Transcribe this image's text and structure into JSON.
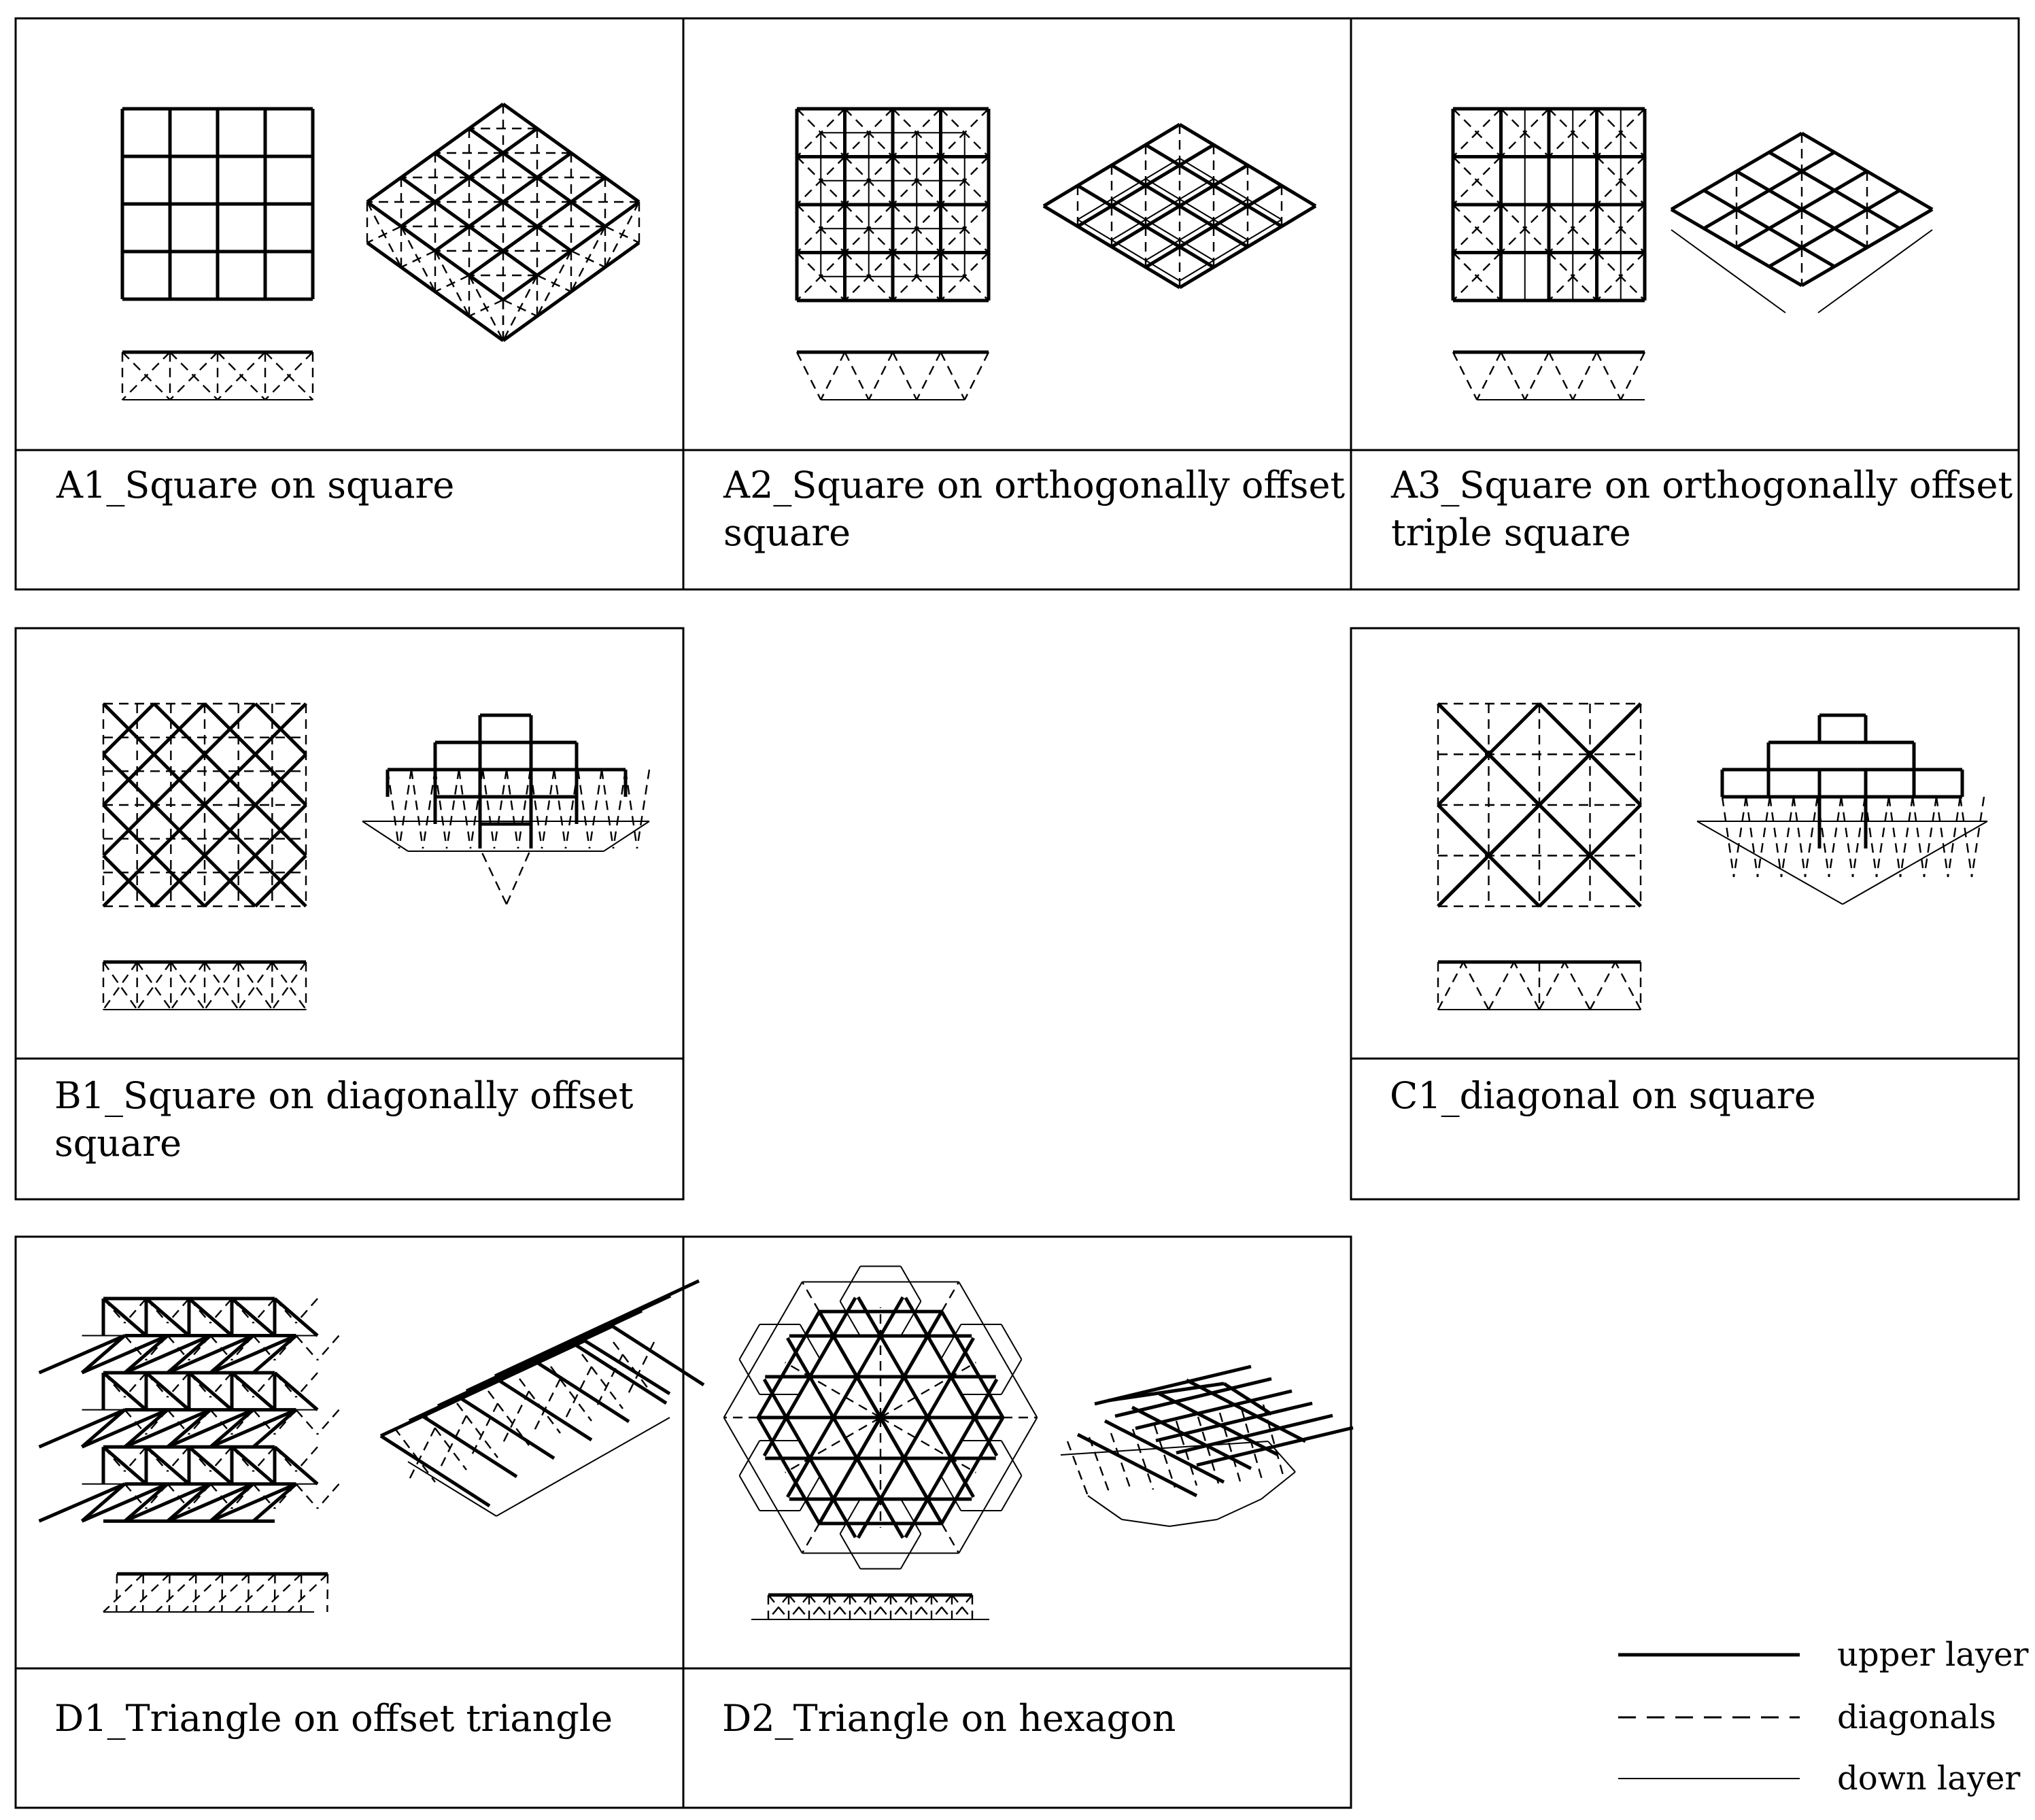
{
  "panels": [
    {
      "id": "A1",
      "label_lines": [
        "A1_Square on square"
      ]
    },
    {
      "id": "A2",
      "label_lines": [
        "A2_Square on orthogonally offset",
        "square"
      ]
    },
    {
      "id": "A3",
      "label_lines": [
        "A3_Square on orthogonally offset",
        "triple square"
      ]
    },
    {
      "id": "B1",
      "label_lines": [
        "B1_Square on diagonally offset",
        "square"
      ]
    },
    {
      "id": "C1",
      "label_lines": [
        "C1_diagonal on square"
      ]
    },
    {
      "id": "D1",
      "label_lines": [
        "D1_Triangle on offset triangle"
      ]
    },
    {
      "id": "D2",
      "label_lines": [
        "D2_Triangle on hexagon"
      ]
    }
  ],
  "legend": {
    "upper": "upper layer",
    "diagonals": "diagonals",
    "down": "down layer"
  }
}
